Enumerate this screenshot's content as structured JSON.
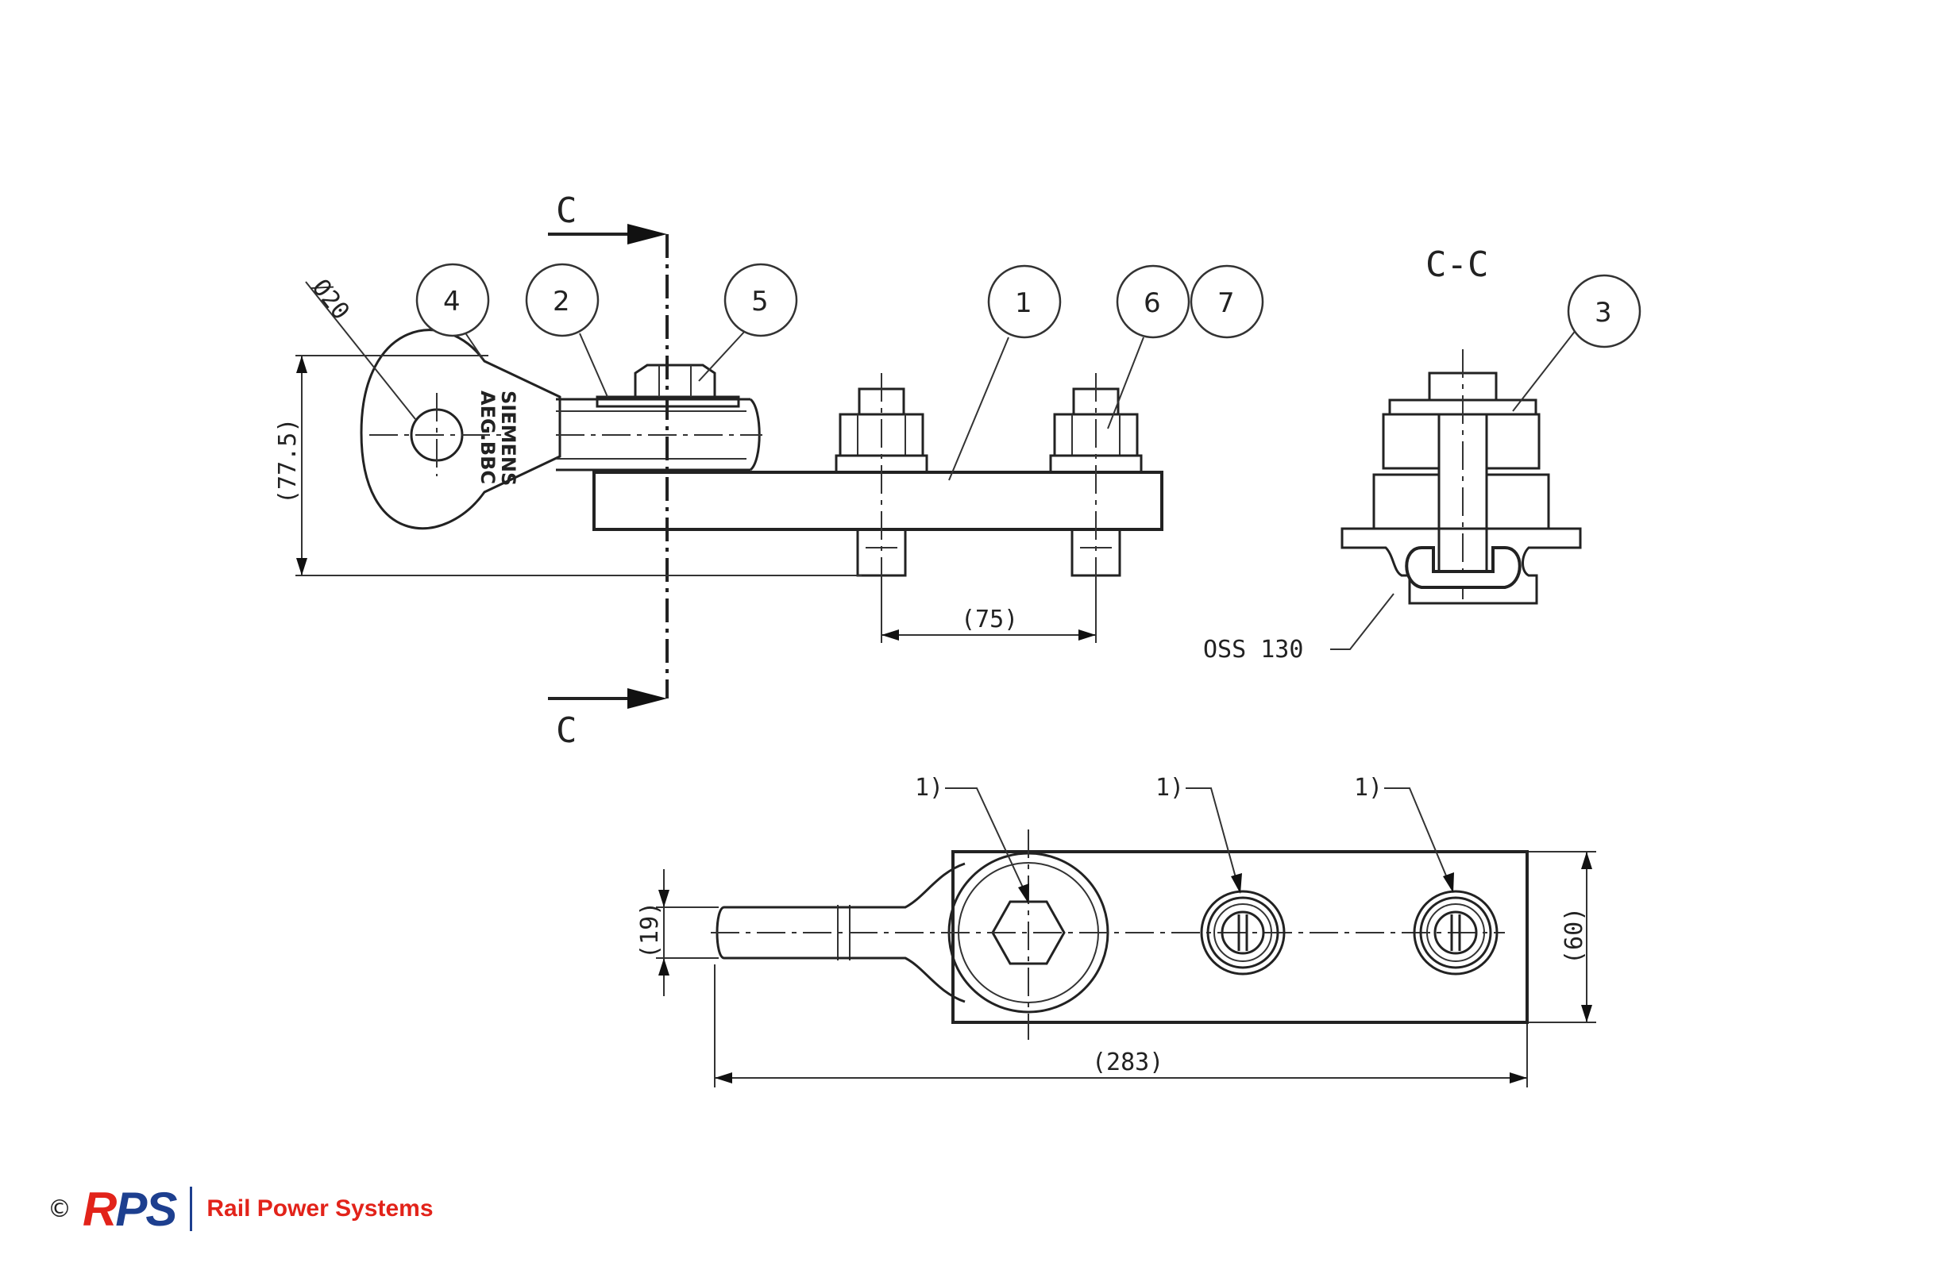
{
  "section": {
    "marker_top": "C",
    "marker_bottom": "C",
    "view_label": "C-C"
  },
  "callouts": {
    "item1": "1",
    "item2": "2",
    "item3": "3",
    "item4": "4",
    "item5": "5",
    "item6": "6",
    "item7": "7"
  },
  "dimensions": {
    "diameter": "Ø20",
    "height": "(77.5)",
    "spacing": "(75)",
    "width": "(19)",
    "plate_width": "(60)",
    "overall_length": "(283)"
  },
  "rail_label": "OSS 130",
  "notes": {
    "note1": "1)",
    "note2": "1)",
    "note3": "1)"
  },
  "lug_stamp": {
    "line1": "AEG.BBC",
    "line2": "SIEMENS"
  },
  "footer": {
    "copyright": "©",
    "logo_r": "R",
    "logo_ps": "PS",
    "company": "Rail Power Systems"
  },
  "colors": {
    "logo_blue": "#1d3f8f",
    "logo_red": "#e2231a",
    "line": "#222222"
  }
}
